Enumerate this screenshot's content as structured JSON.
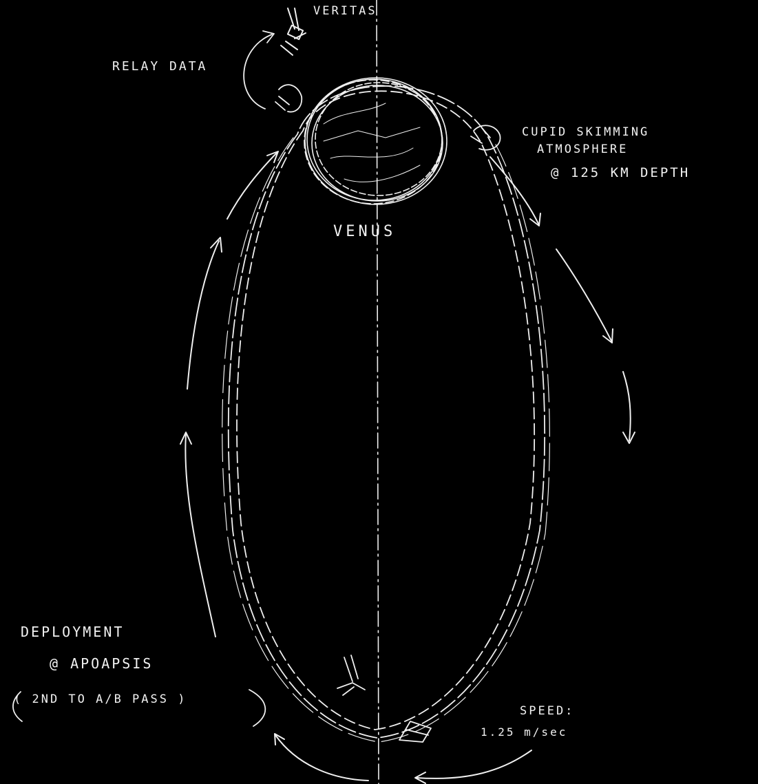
{
  "labels": {
    "veritas": "VERITAS",
    "relay_data": "RELAY DATA",
    "cupid_line1": "CUPID SKIMMING",
    "cupid_line2": "ATMOSPHERE",
    "cupid_line3": "@ 125 KM DEPTH",
    "venus": "VENUS",
    "deployment_line1": "DEPLOYMENT",
    "deployment_line2": "@ APOAPSIS",
    "deployment_line3": "( 2ND TO A/B PASS )",
    "speed_line1": "SPEED:",
    "speed_line2": "1.25 m/sec"
  },
  "colors": {
    "background": "#000000",
    "ink": "#f2f2f2"
  }
}
